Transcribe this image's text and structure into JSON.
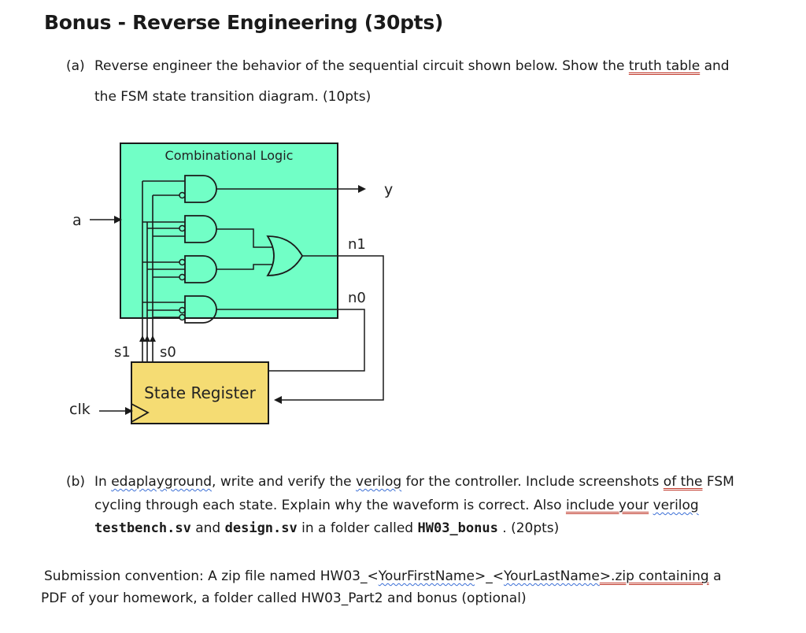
{
  "title": "Bonus - Reverse Engineering (30pts)",
  "part_a": {
    "marker": "(a)",
    "line1_pre": "Reverse engineer the behavior of the sequential circuit shown below.  Show the ",
    "line1_link": "truth  table",
    "line1_post": " and",
    "line2": "the FSM state transition diagram. (10pts)"
  },
  "circuit": {
    "comb_label": "Combinational Logic",
    "input_a": "a",
    "output_y": "y",
    "n1": "n1",
    "n0": "n0",
    "s1": "s1",
    "s0": "s0",
    "state_reg": "State Register",
    "clk": "clk",
    "colors": {
      "comb_fill": "#71ffc6",
      "reg_fill": "#f5dc73",
      "stroke": "#1a1a1a"
    }
  },
  "part_b": {
    "marker": "(b)",
    "l1_pre": "In ",
    "l1_edap": "edaplayground",
    "l1_mid": ", write and verify the ",
    "l1_verilog": "verilog",
    "l1_post": " for the controller. Include screenshots ",
    "l1_ofthe": "of  the",
    "l1_end": " FSM",
    "l2_pre": "cycling through each state. Explain why the waveform is correct.  Also ",
    "l2_incl": "include  your",
    "l2_space": " ",
    "l2_verilog": "verilog",
    "l3_tb": "testbench.sv",
    "l3_and": " and ",
    "l3_design": "design.sv",
    "l3_folder": " in a folder called ",
    "l3_hw": "HW03_bonus",
    "l3_pts": " . (20pts)"
  },
  "submission": {
    "l1_pre": "Submission convention: A zip file named HW03_<",
    "l1_first": "YourFirstName",
    "l1_mid": ">_<",
    "l1_last": "YourLastName",
    "l1_zip": ">.zip  containing",
    "l1_end": " a",
    "l2": "PDF of your homework, a folder called HW03_Part2 and bonus (optional)"
  }
}
